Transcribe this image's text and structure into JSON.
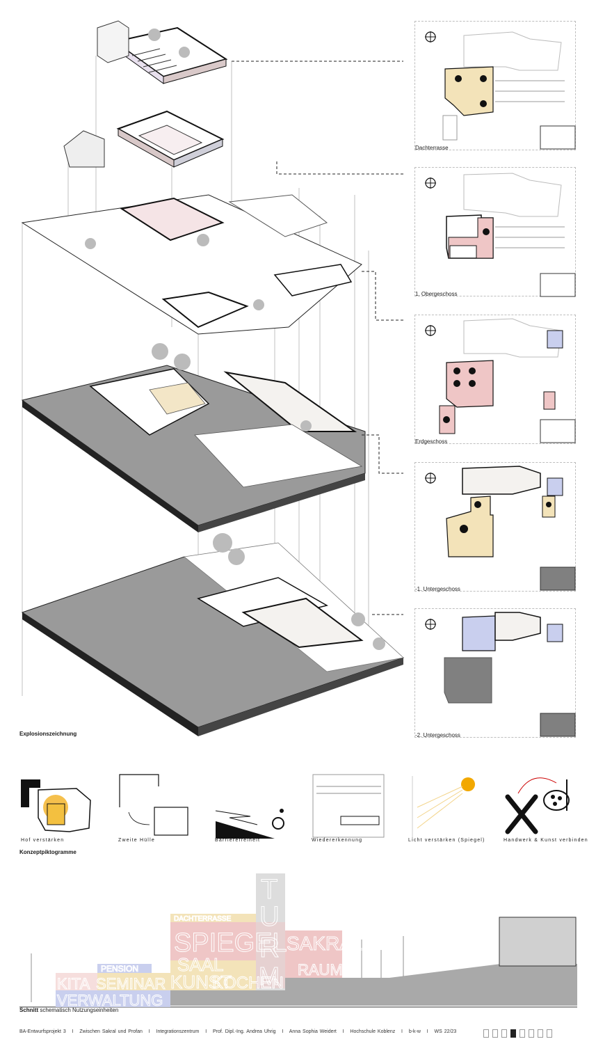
{
  "explosion_title": "Explosionszeichnung",
  "plans": [
    {
      "label": "Dachterrasse"
    },
    {
      "label": "1. Obergeschoss"
    },
    {
      "label": "Erdgeschoss"
    },
    {
      "label": "-1. Untergeschoss"
    },
    {
      "label": "-2. Untergeschoss"
    }
  ],
  "concept_title": "Konzeptpiktogramme",
  "pictograms": [
    {
      "label": "Hof verstärken"
    },
    {
      "label": "Zweite Hülle"
    },
    {
      "label": "Barrierefreiheit"
    },
    {
      "label": "Wiedererkennung"
    },
    {
      "label": "Licht verstärken (Spiegel)"
    },
    {
      "label": "Handwerk & Kunst verbinden"
    }
  ],
  "section": {
    "title": "Schnitt",
    "subtitle": "schematisch Nutzungseinheiten",
    "blocks": {
      "dachterrasse": "DACHTERRASSE",
      "spiegel": "SPIEGEL",
      "saal": "SAAL",
      "sakral": "SAKRAL",
      "raum": "RAUM",
      "kunst": "KUNST",
      "kochen": "KOCHEN",
      "pension": "PENSION",
      "kita": "KITA",
      "seminar": "SEMINAR",
      "verwaltung": "VERWALTUNG",
      "turm_t": "T",
      "turm_u": "U",
      "turm_r": "R",
      "turm_m": "M"
    }
  },
  "footer": "BA-Entwurfsprojekt 3   I   Zwischen Sakral und Profan   I   Integrationszentrum   I   Prof. Dipl.-Ing. Andrea Uhrig   I   Anna Sophia Weidert   I   Hochschule Koblenz   I   b-k-w   I   WS 22/23",
  "colors": {
    "yellow": "#f3e3b9",
    "pink": "#efc6c6",
    "blue": "#c9cfee",
    "grey": "#9a9a9a"
  },
  "progress": {
    "total": 8,
    "current": 4
  }
}
